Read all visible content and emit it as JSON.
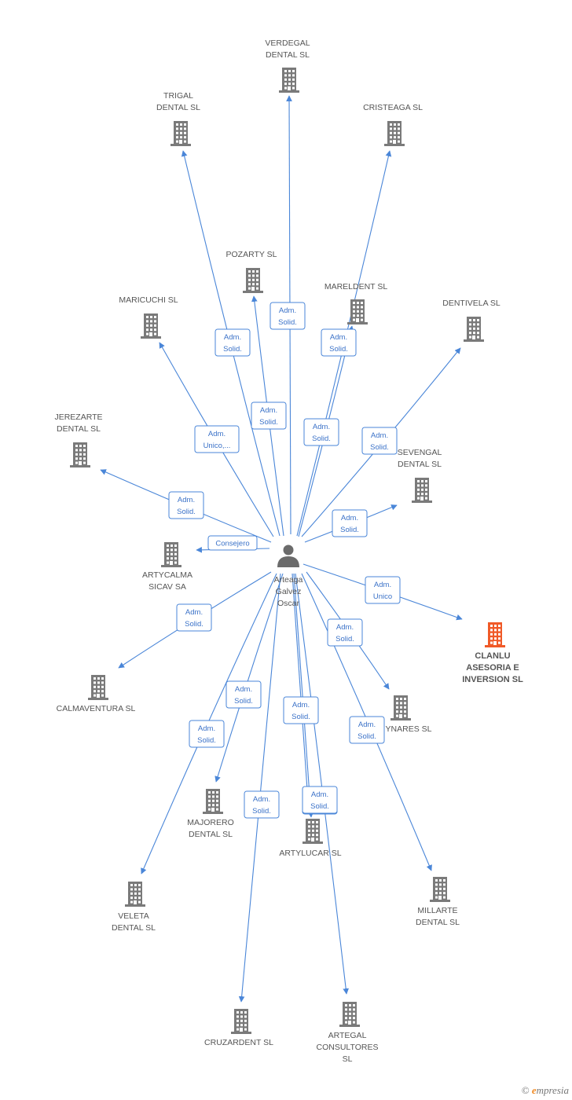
{
  "center": {
    "label": [
      "Arteaga",
      "Galvez",
      "Oscar"
    ],
    "icon": "person-icon"
  },
  "colors": {
    "edge": "#4a86d8",
    "building": "#7a7a7a",
    "highlight": "#f05a28",
    "label": "#555555"
  },
  "companies": [
    {
      "id": "verdegal",
      "label": [
        "VERDEGAL",
        "DENTAL  SL"
      ],
      "role": [
        "Adm.",
        "Solid."
      ]
    },
    {
      "id": "trigal",
      "label": [
        "TRIGAL",
        "DENTAL  SL"
      ],
      "role": [
        "Adm.",
        "Solid."
      ]
    },
    {
      "id": "cristeaga",
      "label": [
        "CRISTEAGA SL"
      ],
      "role": [
        "Adm.",
        "Solid."
      ]
    },
    {
      "id": "pozarty",
      "label": [
        "POZARTY  SL"
      ],
      "role": [
        "Adm.",
        "Solid."
      ]
    },
    {
      "id": "mareldent",
      "label": [
        "MARELDENT SL"
      ],
      "role": [
        "Adm.",
        "Solid."
      ]
    },
    {
      "id": "maricuchi",
      "label": [
        "MARICUCHI SL"
      ],
      "role": [
        "Adm.",
        "Unico,..."
      ]
    },
    {
      "id": "dentivela",
      "label": [
        "DENTIVELA SL"
      ],
      "role": [
        "Adm.",
        "Solid."
      ]
    },
    {
      "id": "jerezarte",
      "label": [
        "JEREZARTE",
        "DENTAL  SL"
      ],
      "role": [
        "Adm.",
        "Solid."
      ]
    },
    {
      "id": "sevengal",
      "label": [
        "SEVENGAL",
        "DENTAL  SL"
      ],
      "role": [
        "Adm.",
        "Solid."
      ]
    },
    {
      "id": "artycalma",
      "label": [
        "ARTYCALMA",
        "SICAV SA"
      ],
      "role": [
        "Consejero"
      ]
    },
    {
      "id": "clanlu",
      "label": [
        "CLANLU",
        "ASESORIA E",
        "INVERSION SL"
      ],
      "role": [
        "Adm.",
        "Unico"
      ],
      "highlight": true
    },
    {
      "id": "calmaventura",
      "label": [
        "CALMAVENTURA SL"
      ],
      "role": [
        "Adm.",
        "Solid."
      ]
    },
    {
      "id": "ynares",
      "label": [
        "YNARES SL"
      ],
      "role": [
        "Adm.",
        "Solid."
      ]
    },
    {
      "id": "majorero",
      "label": [
        "MAJORERO",
        "DENTAL SL"
      ],
      "role": [
        "Adm.",
        "Solid."
      ]
    },
    {
      "id": "artylucar",
      "label": [
        "ARTYLUCAR SL"
      ],
      "role": [
        "Adm.",
        "Solid."
      ]
    },
    {
      "id": "veleta",
      "label": [
        "VELETA",
        "DENTAL SL"
      ],
      "role": [
        "Adm.",
        "Solid."
      ]
    },
    {
      "id": "millarte",
      "label": [
        "MILLARTE",
        "DENTAL SL"
      ],
      "role": [
        "Adm.",
        "Solid."
      ]
    },
    {
      "id": "cruzardent",
      "label": [
        "CRUZARDENT SL"
      ],
      "role": [
        "Adm.",
        "Solid."
      ]
    },
    {
      "id": "artegal",
      "label": [
        "ARTEGAL",
        "CONSULTORES",
        "SL"
      ],
      "role": [
        "Adm.",
        "Solid."
      ]
    },
    {
      "id": "artylucar2",
      "label": [],
      "role": [
        "Adm.",
        "Solid."
      ]
    }
  ],
  "watermark": {
    "copyright": "©",
    "brand_initial": "e",
    "brand_rest": "mpresia"
  }
}
